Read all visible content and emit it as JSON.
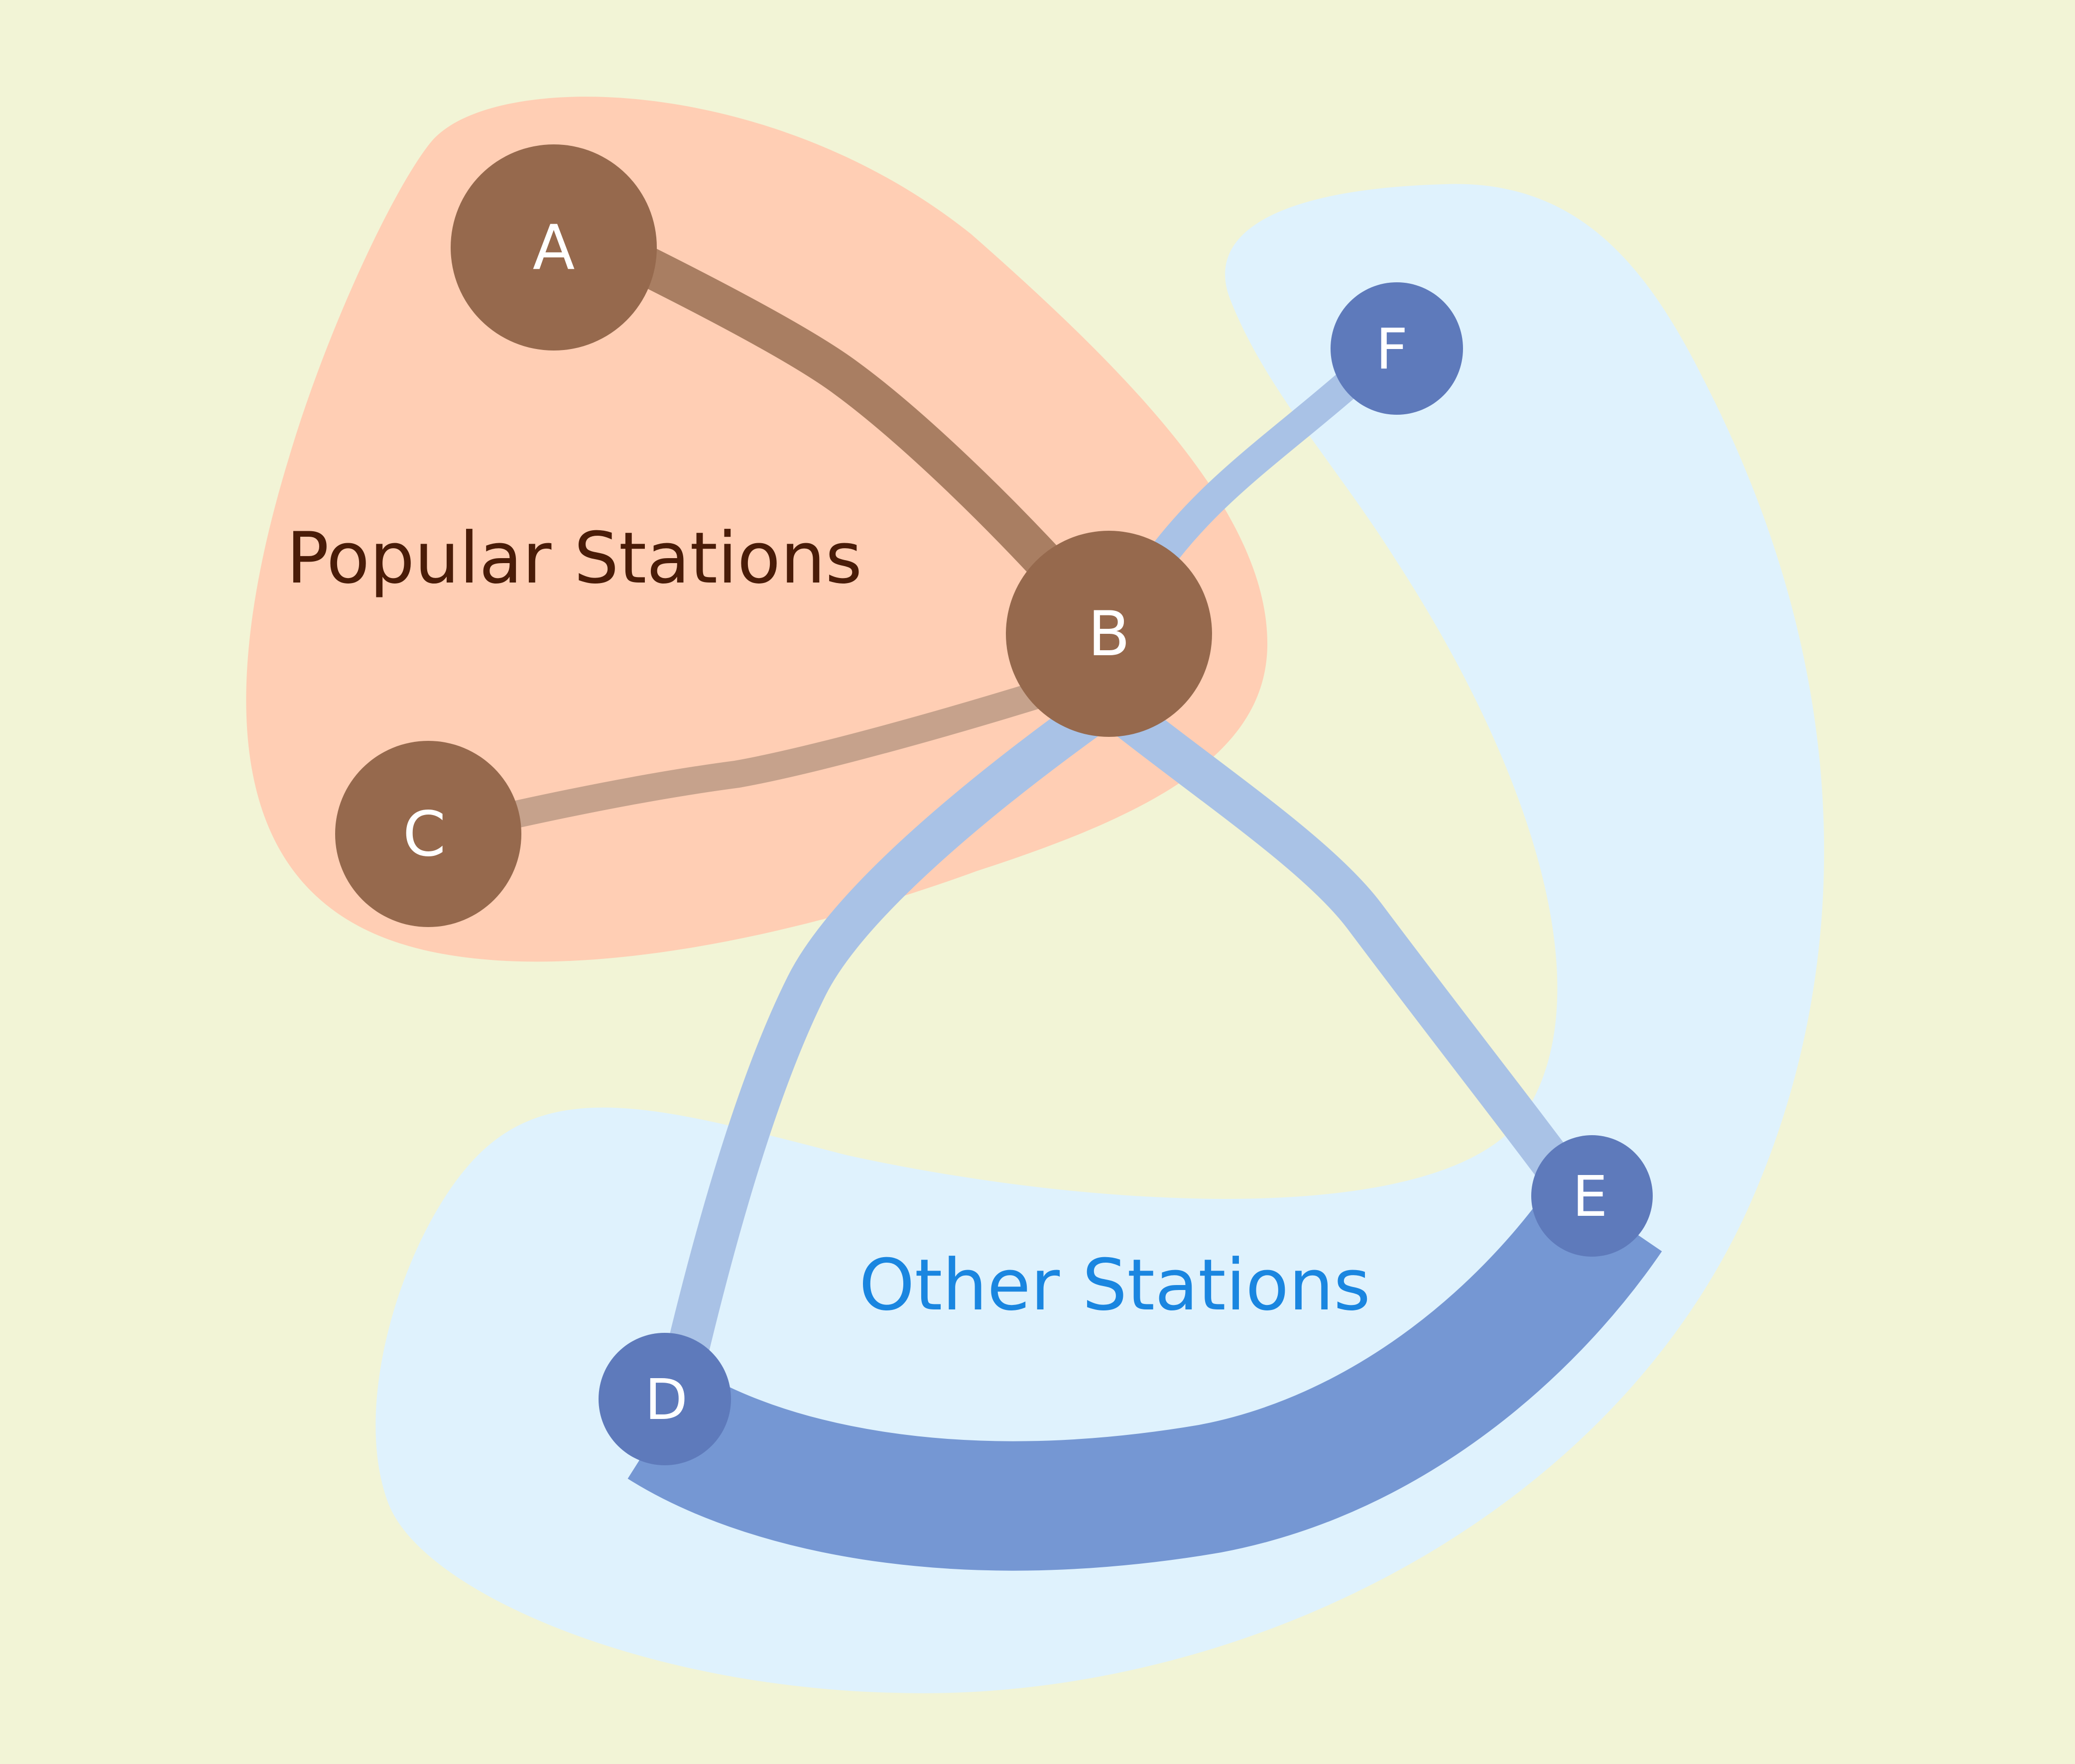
{
  "colors": {
    "background": "#f2f4d6",
    "popular_region": "#ffceb4",
    "other_region": "#dff2fd",
    "popular_node": "#96694d",
    "other_node": "#5e7abb",
    "popular_label": "#4a1c08",
    "other_label": "#1a86e0",
    "node_text": "#ffffff"
  },
  "groups": [
    {
      "id": "popular",
      "label": "Popular Stations"
    },
    {
      "id": "other",
      "label": "Other Stations"
    }
  ],
  "nodes": [
    {
      "id": "A",
      "label": "A",
      "group": "popular"
    },
    {
      "id": "B",
      "label": "B",
      "group": "popular"
    },
    {
      "id": "C",
      "label": "C",
      "group": "popular"
    },
    {
      "id": "D",
      "label": "D",
      "group": "other"
    },
    {
      "id": "E",
      "label": "E",
      "group": "other"
    },
    {
      "id": "F",
      "label": "F",
      "group": "other"
    }
  ],
  "edges": [
    {
      "from": "A",
      "to": "B",
      "color": "#a97e62"
    },
    {
      "from": "C",
      "to": "B",
      "color": "#c6a28c"
    },
    {
      "from": "B",
      "to": "F",
      "color": "#a9c2e6"
    },
    {
      "from": "B",
      "to": "D",
      "color": "#a9c2e6"
    },
    {
      "from": "B",
      "to": "E",
      "color": "#a9c2e6"
    },
    {
      "from": "D",
      "to": "E",
      "color": "#7597d3"
    }
  ]
}
